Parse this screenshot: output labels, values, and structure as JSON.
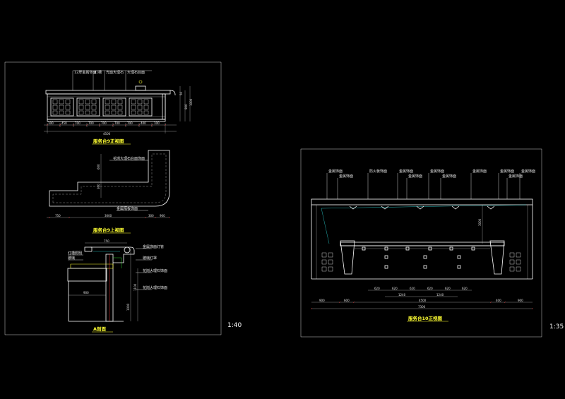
{
  "sheets": {
    "left": {
      "scale": "1:40",
      "front_view": {
        "title": "服务台9正视图",
        "overall_dim": "4500",
        "segment_dims": [
          "100",
          "450",
          "700",
          "700",
          "700",
          "700",
          "700",
          "400",
          "100"
        ]
      },
      "top_view": {
        "title": "服务台9上视图",
        "segment_dims": [
          "750",
          "3000",
          "300",
          "900"
        ]
      },
      "section": {
        "title": "A剖面",
        "dims": [
          "750",
          "900",
          "1100",
          "1000"
        ]
      }
    },
    "right": {
      "scale": "1:35",
      "front_view": {
        "title": "服务台10正视图",
        "overall_dim": "7300",
        "inner_dim": "4500",
        "upper_dims": [
          "620",
          "620",
          "620",
          "620",
          "620",
          "620"
        ],
        "mid_dims": [
          "1240",
          "1240"
        ],
        "bottom_dims": [
          "900",
          "600",
          "400",
          "900"
        ],
        "height_dim": "3000"
      }
    }
  }
}
